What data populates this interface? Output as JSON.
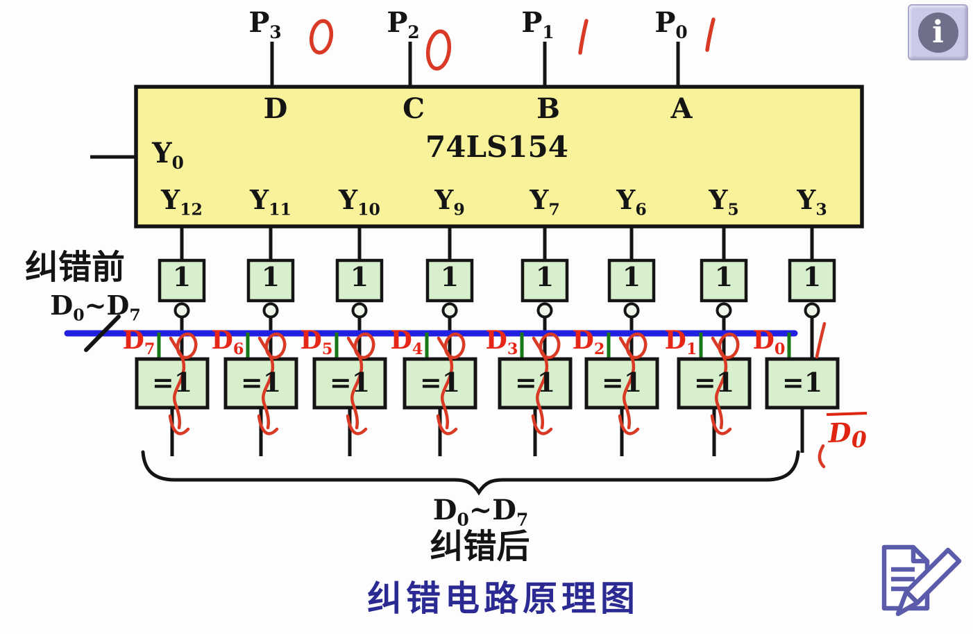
{
  "colors": {
    "bus_blue": "#2120e0",
    "chip_yellow": "#f8f39b",
    "gate_green": "#d8efcd",
    "printed_red": "#e62617",
    "handwritten_red": "#d93a25",
    "tap_green": "#187818",
    "title_navy": "#2a2a92"
  },
  "top_inputs": [
    {
      "base": "P",
      "sub": "3",
      "handwritten_value": "0"
    },
    {
      "base": "P",
      "sub": "2",
      "handwritten_value": "0"
    },
    {
      "base": "P",
      "sub": "1",
      "handwritten_value": "1"
    },
    {
      "base": "P",
      "sub": "0",
      "handwritten_value": "1"
    }
  ],
  "decoder": {
    "chip_name": "74LS154",
    "address_inputs": [
      "D",
      "C",
      "B",
      "A"
    ],
    "enable_pin": {
      "base": "Y",
      "sub": "0"
    },
    "outputs": [
      {
        "base": "Y",
        "sub": "12"
      },
      {
        "base": "Y",
        "sub": "11"
      },
      {
        "base": "Y",
        "sub": "10"
      },
      {
        "base": "Y",
        "sub": "9"
      },
      {
        "base": "Y",
        "sub": "7"
      },
      {
        "base": "Y",
        "sub": "6"
      },
      {
        "base": "Y",
        "sub": "5"
      },
      {
        "base": "Y",
        "sub": "3"
      }
    ]
  },
  "gates": {
    "inverter_label": "1",
    "xor_label": "=1"
  },
  "data_bus": {
    "taps": [
      {
        "base": "D",
        "sub": "7",
        "handwritten_mark": "0"
      },
      {
        "base": "D",
        "sub": "6",
        "handwritten_mark": "0"
      },
      {
        "base": "D",
        "sub": "5",
        "handwritten_mark": "0"
      },
      {
        "base": "D",
        "sub": "4",
        "handwritten_mark": "0"
      },
      {
        "base": "D",
        "sub": "3",
        "handwritten_mark": "0"
      },
      {
        "base": "D",
        "sub": "2",
        "handwritten_mark": "0"
      },
      {
        "base": "D",
        "sub": "1",
        "handwritten_mark": "0"
      },
      {
        "base": "D",
        "sub": "0",
        "handwritten_mark": "1"
      }
    ]
  },
  "left_caption": {
    "title": "纠错前",
    "range": {
      "b1": "D",
      "s1": "0",
      "tilde": "~",
      "b2": "D",
      "s2": "7"
    }
  },
  "bottom_caption": {
    "range": {
      "b1": "D",
      "s1": "0",
      "tilde": "~",
      "b2": "D",
      "s2": "7"
    },
    "after_label": "纠错后",
    "diagram_title": "纠错电路原理图"
  },
  "corrected_bit": {
    "base": "D",
    "sub": "0",
    "decoration": "overline"
  },
  "icons": {
    "info_glyph": "i",
    "top_right": "info-icon",
    "bottom_right": "notes-edit-icon"
  }
}
